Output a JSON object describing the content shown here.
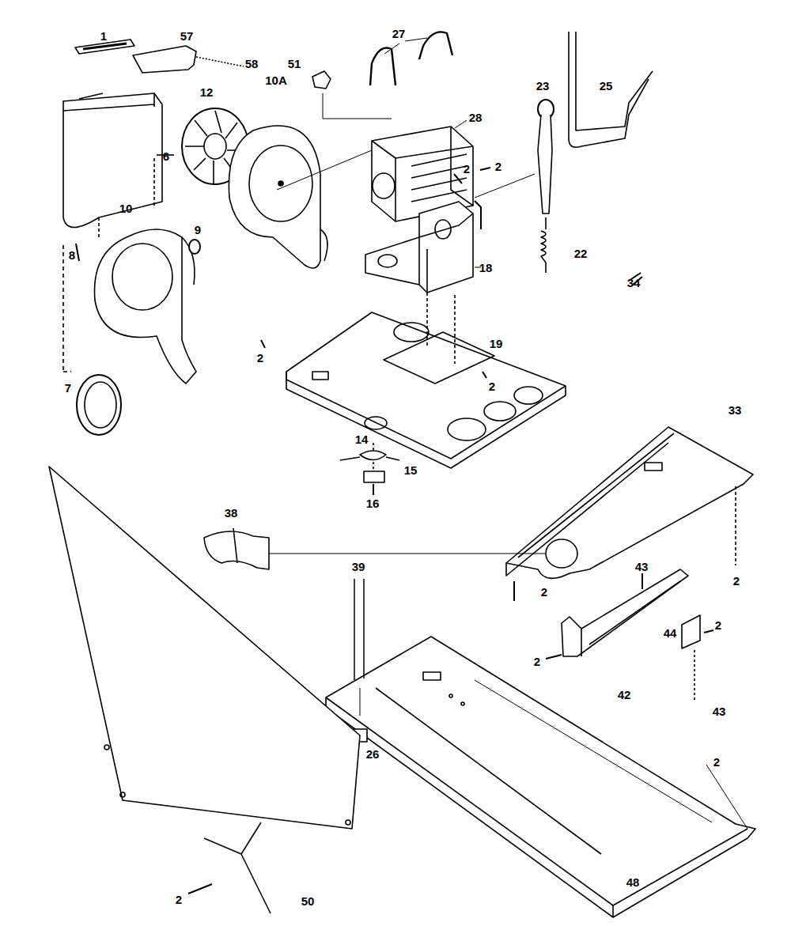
{
  "diagram": {
    "labels": [
      "1",
      "57",
      "58",
      "51",
      "27",
      "23",
      "25",
      "28",
      "6",
      "10A",
      "12",
      "2",
      "2",
      "18",
      "22",
      "34",
      "10",
      "9",
      "8",
      "19",
      "2",
      "2",
      "7",
      "14",
      "15",
      "16",
      "33",
      "2",
      "38",
      "2",
      "43",
      "39",
      "2",
      "44",
      "2",
      "42",
      "43",
      "26",
      "2",
      "2",
      "50",
      "48"
    ]
  }
}
